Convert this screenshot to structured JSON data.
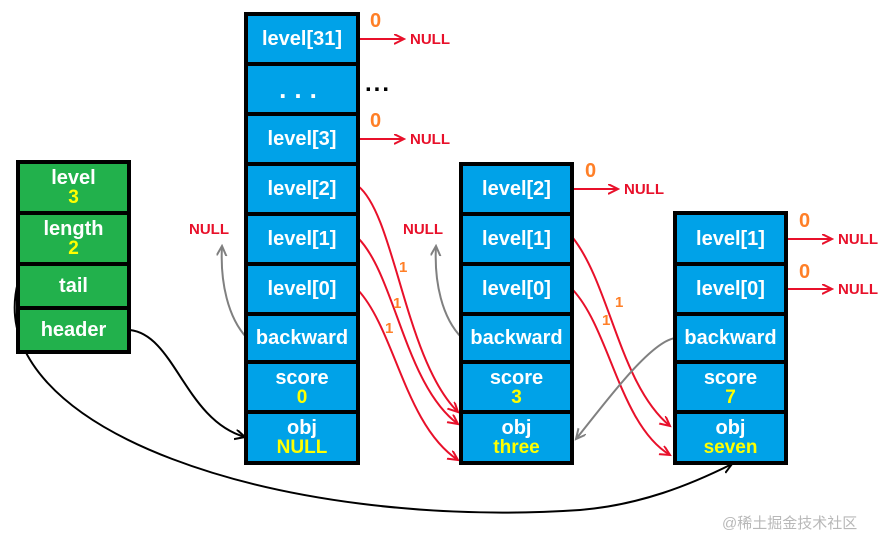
{
  "list": {
    "level_label": "level",
    "level_value": "3",
    "length_label": "length",
    "length_value": "2",
    "tail_label": "tail",
    "header_label": "header"
  },
  "header_node": {
    "levels": [
      "level[31]",
      "...",
      "level[3]",
      "level[2]",
      "level[1]",
      "level[0]"
    ],
    "backward": "backward",
    "score_label": "score",
    "score_value": "0",
    "obj_label": "obj",
    "obj_value": "NULL"
  },
  "node1": {
    "levels": [
      "level[2]",
      "level[1]",
      "level[0]"
    ],
    "backward": "backward",
    "score_label": "score",
    "score_value": "3",
    "obj_label": "obj",
    "obj_value": "three"
  },
  "node2": {
    "levels": [
      "level[1]",
      "level[0]"
    ],
    "backward": "backward",
    "score_label": "score",
    "score_value": "7",
    "obj_label": "obj",
    "obj_value": "seven"
  },
  "labels": {
    "null": "NULL",
    "zero": "0",
    "one": "1",
    "ellipsis": "..."
  },
  "watermark": "@稀土掘金技术社区",
  "colors": {
    "cell_blue": "#00a2e8",
    "cell_green": "#22b14c",
    "value_yellow": "#ffff00",
    "forward_arrow": "#e8102a",
    "span_orange": "#ff7f27",
    "backward_arrow": "#808080",
    "pointer_arrow": "#000000"
  }
}
